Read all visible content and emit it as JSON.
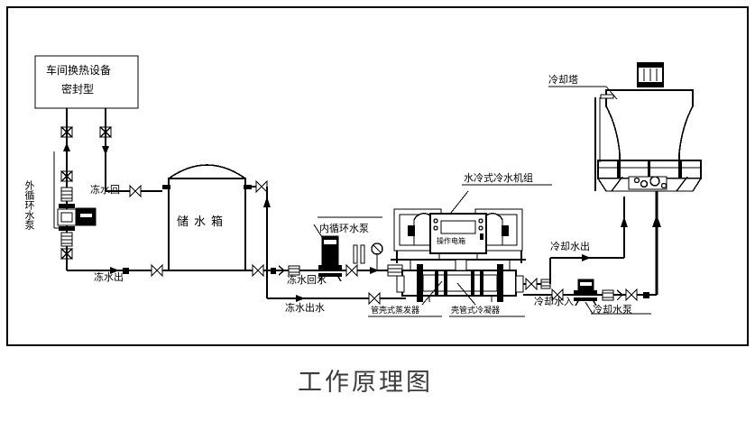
{
  "diagram": {
    "title": "工作原理图",
    "frame": {
      "color": "#000000"
    },
    "equipment": {
      "workshop_box": {
        "line1": "车间换热设备",
        "line2": "密封型"
      },
      "water_tank": "储水箱",
      "chiller_unit": "水冷式冷水机组",
      "control_panel": "操作电箱",
      "evaporator": "管壳式蒸发器",
      "condenser": "壳管式冷凝器",
      "cooling_tower": "冷却塔"
    },
    "pumps": {
      "external_circulation_pump": "外循环水泵",
      "internal_circulation_pump": "内循环水泵",
      "cooling_water_pump": "冷却水泵"
    },
    "pipe_labels": {
      "chilled_return_top": "冻水回",
      "chilled_supply_top": "冻水出",
      "chilled_return_water": "冻水回水",
      "chilled_supply_water": "冻水出水",
      "cooling_water_out": "冷却水出",
      "cooling_water_in": "冷却水入"
    }
  }
}
